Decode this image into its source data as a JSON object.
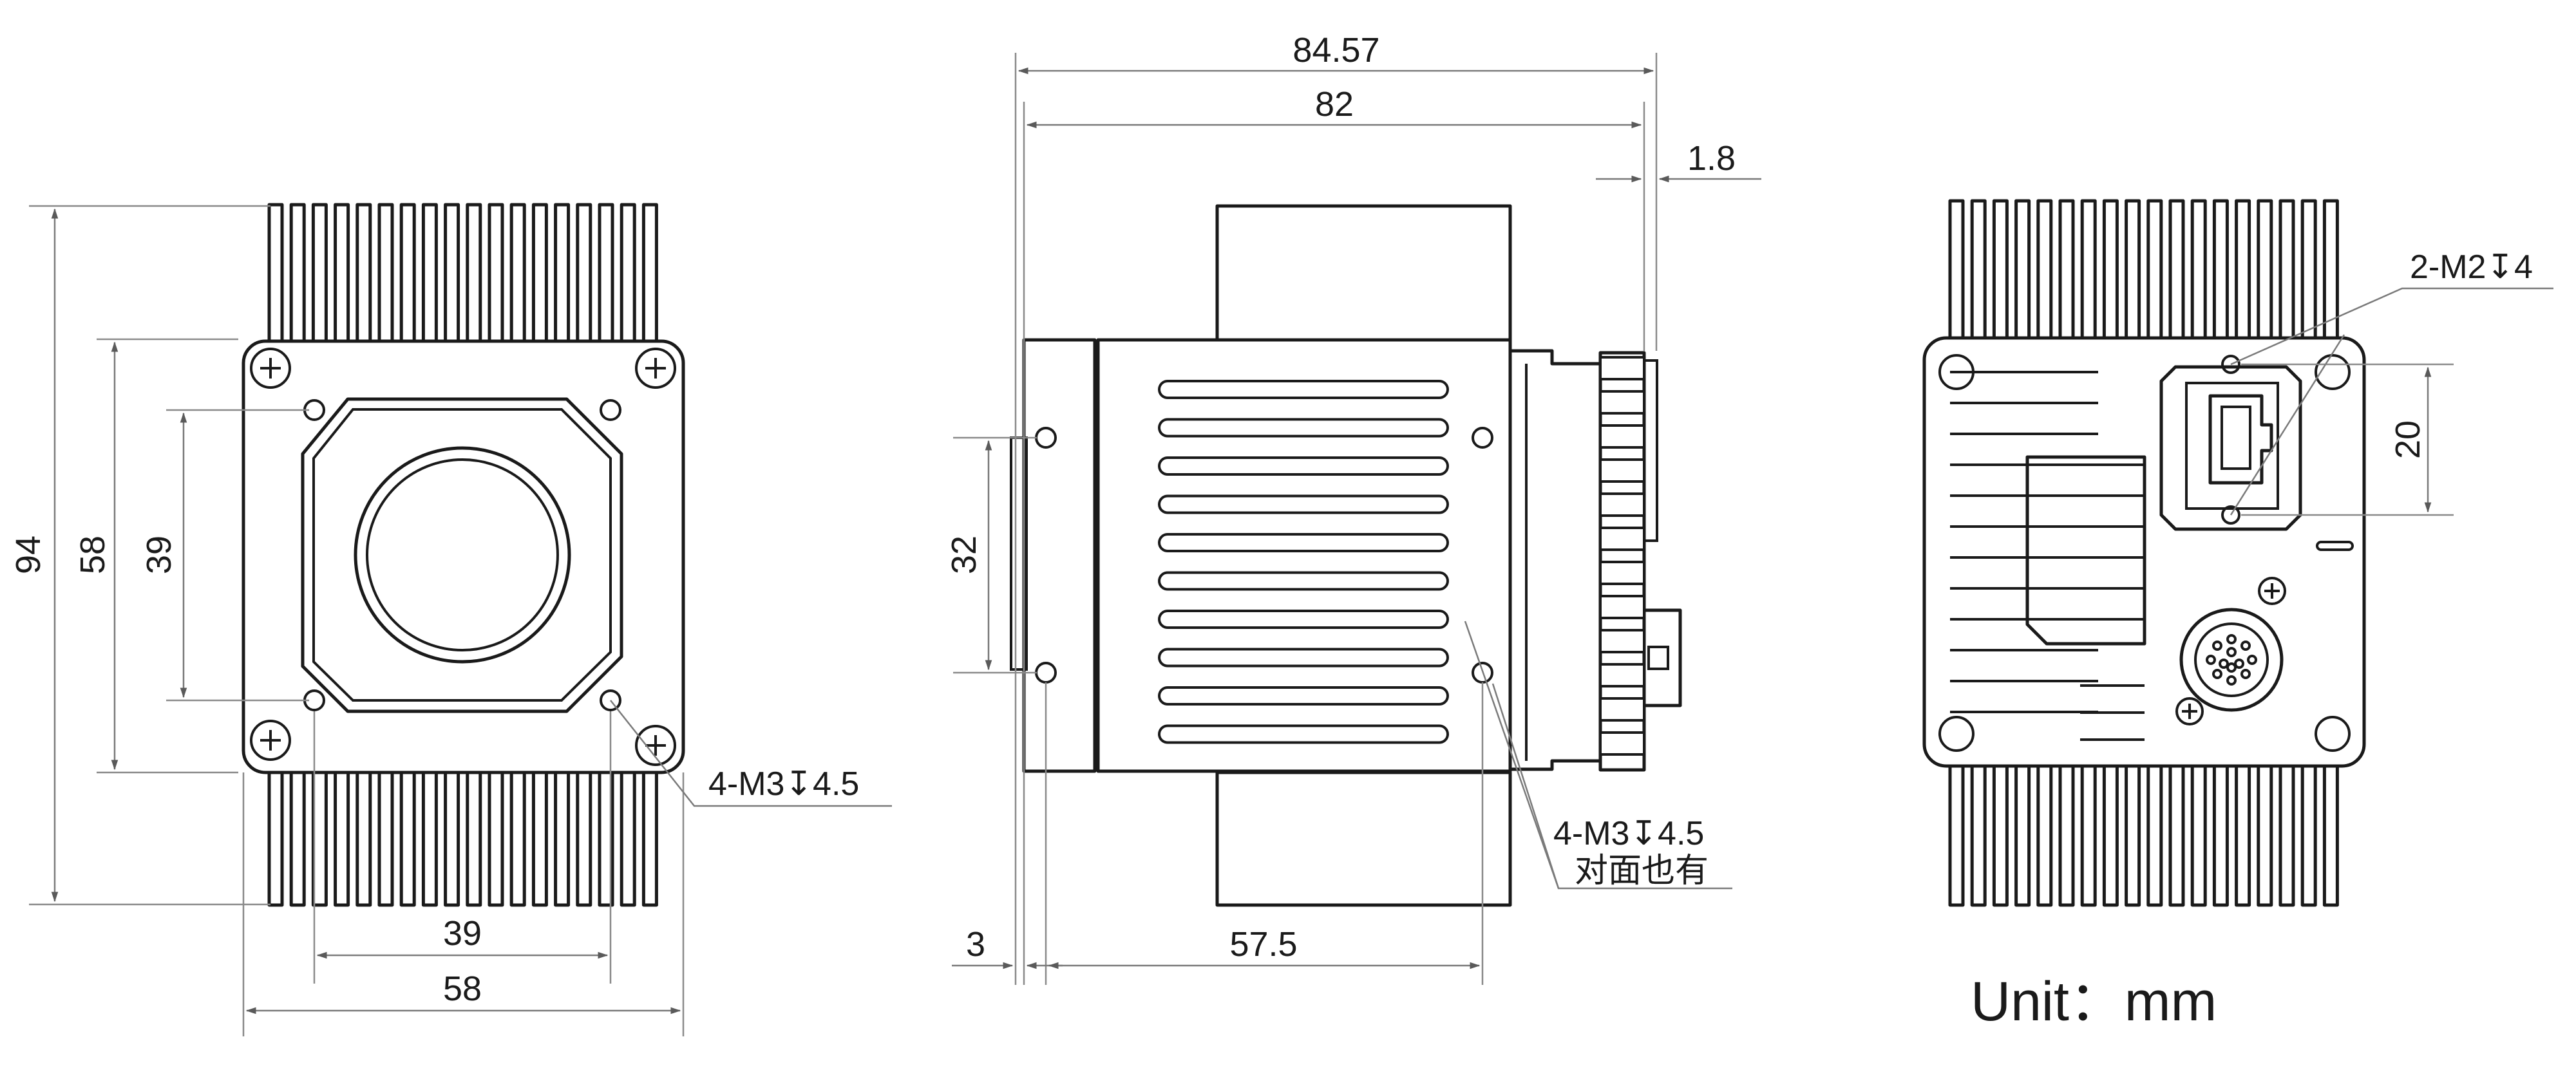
{
  "drawing": {
    "front_view": {
      "dims": {
        "height_total": "94",
        "height_body": "58",
        "height_holes": "39",
        "width_holes": "39",
        "width_body": "58"
      },
      "note": "4-M3↧4.5"
    },
    "side_view": {
      "dims": {
        "length_total": "84.57",
        "length_body": "82",
        "rear_protrusion": "1.8",
        "hole_spacing_vertical": "32",
        "front_offset": "3",
        "hole_spacing_horizontal": "57.5"
      },
      "note_line1": "4-M3↧4.5",
      "note_line2": "对面也有"
    },
    "rear_view": {
      "dims": {
        "connector_holes": "20"
      },
      "note": "2-M2↧4"
    },
    "unit_label": "Unit：mm"
  }
}
